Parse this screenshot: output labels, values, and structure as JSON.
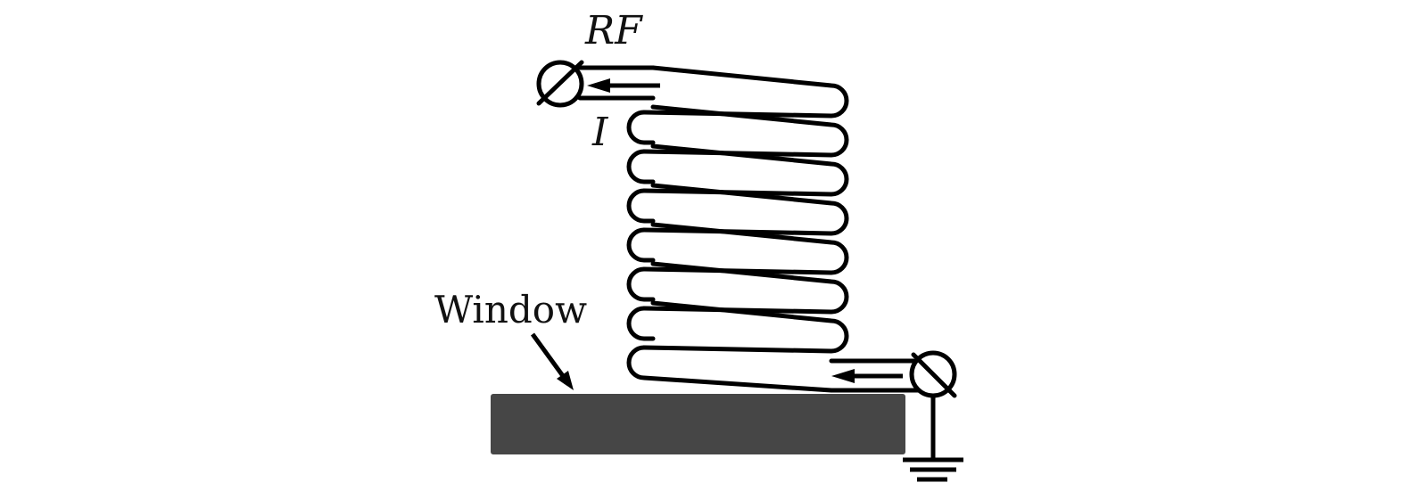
{
  "labels": {
    "rf_source": "RF",
    "current": "I",
    "window": "Window"
  },
  "colors": {
    "window_fill": "#464646",
    "line": "#000000",
    "background": "#ffffff"
  },
  "coil": {
    "turns": 7
  }
}
